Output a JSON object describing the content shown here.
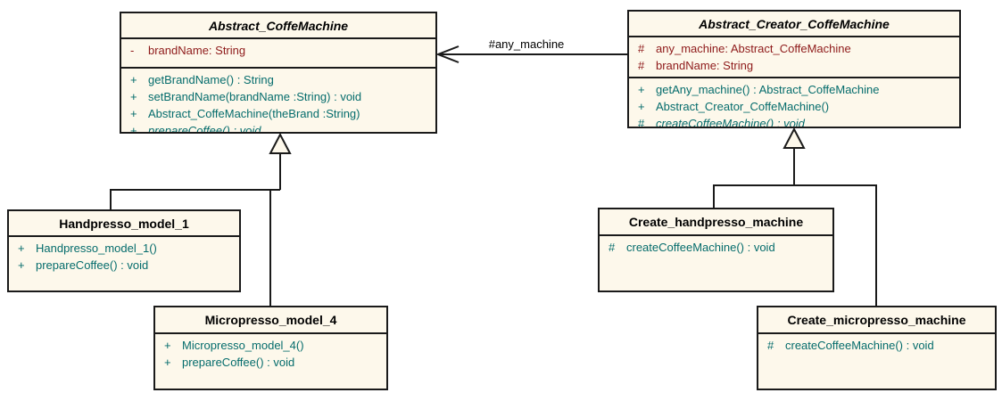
{
  "colors": {
    "box_fill": "#FDF8EB",
    "box_border": "#1A1A1A",
    "attribute_text": "#8E1A1A",
    "method_text": "#056C6C",
    "class_name_text": "#000000",
    "connector_line": "#1A1A1A",
    "background": "#FFFFFF"
  },
  "association": {
    "label": "#any_machine",
    "type": "directed-association",
    "from": "Abstract_Creator_CoffeMachine",
    "to": "Abstract_CoffeMachine"
  },
  "relationships": [
    {
      "type": "generalization",
      "from": "Handpresso_model_1",
      "to": "Abstract_CoffeMachine"
    },
    {
      "type": "generalization",
      "from": "Micropresso_model_4",
      "to": "Abstract_CoffeMachine"
    },
    {
      "type": "generalization",
      "from": "Create_handpresso_machine",
      "to": "Abstract_Creator_CoffeMachine"
    },
    {
      "type": "generalization",
      "from": "Create_micropresso_machine",
      "to": "Abstract_Creator_CoffeMachine"
    },
    {
      "type": "association",
      "from": "Abstract_Creator_CoffeMachine",
      "to": "Abstract_CoffeMachine",
      "label": "#any_machine"
    }
  ],
  "classes": [
    {
      "name": "Abstract_CoffeMachine",
      "abstract": true,
      "attributes": [
        {
          "visibility": "-",
          "text": "brandName: String"
        }
      ],
      "methods": [
        {
          "visibility": "+",
          "text": "getBrandName() : String"
        },
        {
          "visibility": "+",
          "text": "setBrandName(brandName :String) : void"
        },
        {
          "visibility": "+",
          "text": "Abstract_CoffeMachine(theBrand :String)"
        },
        {
          "visibility": "+",
          "text": "prepareCoffee() : void",
          "abstract": true
        }
      ]
    },
    {
      "name": "Abstract_Creator_CoffeMachine",
      "abstract": true,
      "attributes": [
        {
          "visibility": "#",
          "text": "any_machine: Abstract_CoffeMachine"
        },
        {
          "visibility": "#",
          "text": "brandName: String"
        }
      ],
      "methods": [
        {
          "visibility": "+",
          "text": "getAny_machine() : Abstract_CoffeMachine"
        },
        {
          "visibility": "+",
          "text": "Abstract_Creator_CoffeMachine()"
        },
        {
          "visibility": "#",
          "text": "createCoffeeMachine() : void",
          "abstract": true
        }
      ]
    },
    {
      "name": "Handpresso_model_1",
      "abstract": false,
      "attributes": [],
      "methods": [
        {
          "visibility": "+",
          "text": "Handpresso_model_1()"
        },
        {
          "visibility": "+",
          "text": "prepareCoffee() : void"
        }
      ]
    },
    {
      "name": "Micropresso_model_4",
      "abstract": false,
      "attributes": [],
      "methods": [
        {
          "visibility": "+",
          "text": "Micropresso_model_4()"
        },
        {
          "visibility": "+",
          "text": "prepareCoffee() : void"
        }
      ]
    },
    {
      "name": "Create_handpresso_machine",
      "abstract": false,
      "attributes": [],
      "methods": [
        {
          "visibility": "#",
          "text": "createCoffeeMachine() : void"
        }
      ]
    },
    {
      "name": "Create_micropresso_machine",
      "abstract": false,
      "attributes": [],
      "methods": [
        {
          "visibility": "#",
          "text": "createCoffeeMachine() : void"
        }
      ]
    }
  ]
}
